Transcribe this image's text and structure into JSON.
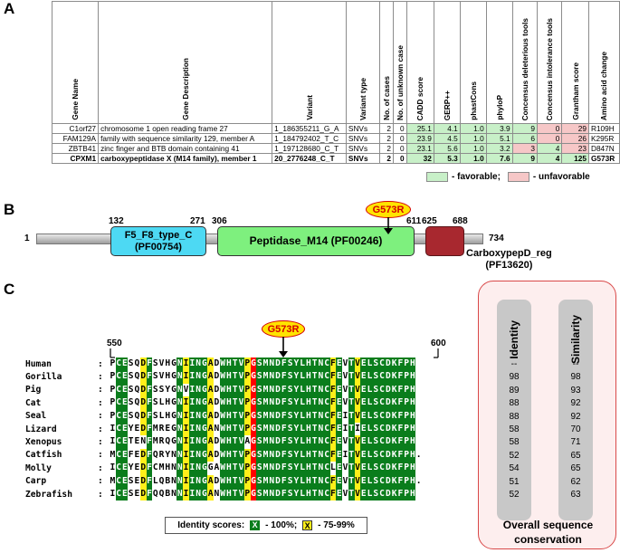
{
  "panels": {
    "a": "A",
    "b": "B",
    "c": "C"
  },
  "table": {
    "headers": [
      "Gene Name",
      "Gene Description",
      "Variant",
      "Variant type",
      "No. of cases",
      "No. of unknown case",
      "CADD score",
      "GERP++",
      "phastCons",
      "phyloP",
      "Concensus deleterious tools",
      "Concensus intolerance tools",
      "Grantham score",
      "Amino acid change"
    ],
    "rows": [
      {
        "cells": [
          "C1orf27",
          "chromosome 1 open reading frame 27",
          "1_186355211_G_A",
          "SNVs",
          "2",
          "0",
          "25.1",
          "4.1",
          "1.0",
          "3.9",
          "9",
          "0",
          "29",
          "R109H"
        ],
        "shade": [
          "",
          "",
          "",
          "",
          "",
          "",
          "fav",
          "fav",
          "fav",
          "fav",
          "fav",
          "unf",
          "unf",
          ""
        ],
        "bold": false
      },
      {
        "cells": [
          "FAM129A",
          "family with sequence similarity 129, member A",
          "1_184792402_T_C",
          "SNVs",
          "2",
          "0",
          "23.9",
          "4.5",
          "1.0",
          "5.1",
          "6",
          "0",
          "26",
          "K295R"
        ],
        "shade": [
          "",
          "",
          "",
          "",
          "",
          "",
          "fav",
          "fav",
          "fav",
          "fav",
          "fav",
          "unf",
          "unf",
          ""
        ],
        "bold": false
      },
      {
        "cells": [
          "ZBTB41",
          "zinc finger and BTB domain containing 41",
          "1_197128680_C_T",
          "SNVs",
          "2",
          "0",
          "23.1",
          "5.6",
          "1.0",
          "3.2",
          "3",
          "4",
          "23",
          "D847N"
        ],
        "shade": [
          "",
          "",
          "",
          "",
          "",
          "",
          "fav",
          "fav",
          "fav",
          "fav",
          "unf",
          "fav",
          "unf",
          ""
        ],
        "bold": false
      },
      {
        "cells": [
          "CPXM1",
          "carboxypeptidase X (M14 family), member 1",
          "20_2776248_C_T",
          "SNVs",
          "2",
          "0",
          "32",
          "5.3",
          "1.0",
          "7.6",
          "9",
          "4",
          "125",
          "G573R"
        ],
        "shade": [
          "",
          "",
          "",
          "",
          "",
          "",
          "fav",
          "fav",
          "fav",
          "fav",
          "fav",
          "fav",
          "fav",
          ""
        ],
        "bold": true
      }
    ],
    "legend": {
      "favorable": "- favorable;",
      "unfavorable": "- unfavorable",
      "favorable_color": "#c8f0c8",
      "unfavorable_color": "#f6c7c7"
    }
  },
  "protein": {
    "length_start": "1",
    "length_end": "734",
    "mutation": "G573R",
    "domains": [
      {
        "name": "F5_F8_type_C",
        "id": "(PF00754)",
        "start": "132",
        "end": "271",
        "color": "#4dd9f3"
      },
      {
        "name": "Peptidase_M14",
        "id": "(PF00246)",
        "start": "306",
        "end": "611",
        "color": "#7ef07e"
      },
      {
        "name": "CarboxypepD_reg",
        "id": "(PF13620)",
        "start": "625",
        "end": "688",
        "color": "#a8282f"
      }
    ]
  },
  "alignment": {
    "pos_start": "550",
    "pos_end": "600",
    "mutation": "G573R",
    "species": [
      "Human",
      "Gorilla",
      "Pig",
      "Cat",
      "Seal",
      "Lizard",
      "Xenopus",
      "Catfish",
      "Molly",
      "Carp",
      "Zebrafish"
    ],
    "sequences": [
      "PCESQDFSVHGNIINGADWHTVPGSMNDFSYLHTNCFEVTVELSCDKFPH",
      "PCESQDFSVHGNIINGADWHTVPGSMNDFSYLHTNCFEVTVELSCDKFPH",
      "PCESQDFSSYGNVINGADWHTVPGSMNDFSYLHTNCFEVTVELSCDKFPH",
      "PCESQDFSLHGNIINGADWHTVPGSMNDFSYLHTNCFEVTVELSCDKFPH",
      "PCESQDFSLHGNIINGADWHTVPGSMNDFSYLHTNCFEITVELSCDKFPH",
      "ICEYEDFMREGNIINGANWHTVPGSMNDFSYLHTNCFEITIELSCDKFPH",
      "ICETENFMRQGNIINGADWHTVAGSMNDFSYLHTNCFEVTVELSCDKFPH",
      "MCEFEDFQRYNNIINGADWHTVPGSMNDFSYLHTNCFEITVELSCDKFPH.",
      "ICEYEDFCMHNNIINGGAWHTVPGSMNDFSYLHTNCLEVTVELSCDKFPH",
      "MCESEDFLQBNNIINGADWHTVPGSMNDFSYLHTNCFEVTVELSCDKFPH.",
      "ICESEDFQQBNNIINGANWHTVPGSMNDFSYLHTNCFEVTVELSCDKFPH"
    ],
    "identity": [
      "--",
      "98",
      "89",
      "88",
      "88",
      "58",
      "58",
      "52",
      "54",
      "51",
      "52"
    ],
    "similarity": [
      "--",
      "98",
      "93",
      "92",
      "92",
      "70",
      "71",
      "65",
      "65",
      "62",
      "63"
    ],
    "legend_label": "Identity scores:",
    "legend_green_letter": "X",
    "legend_green_text": "- 100%;",
    "legend_yellow_letter": "X",
    "legend_yellow_text": "- 75-99%",
    "identity_header": "Identity",
    "similarity_header": "Similarity",
    "footer_line1": "Overall  sequence",
    "footer_line2": "conservation"
  }
}
